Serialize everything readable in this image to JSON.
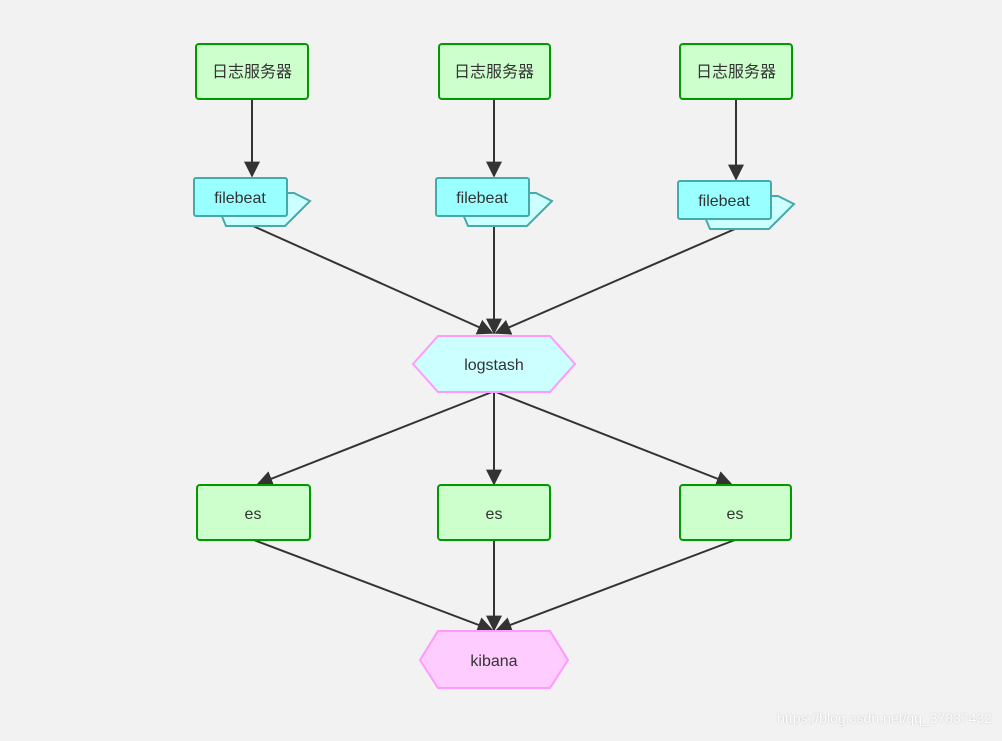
{
  "diagram": {
    "server_label": "日志服务器",
    "filebeat_label": "filebeat",
    "logstash_label": "logstash",
    "es_label": "es",
    "kibana_label": "kibana"
  },
  "watermark": "https://blog.csdn.net/qq_37837432",
  "colors": {
    "background": "#f2f2f2",
    "green_fill": "#ccffcc",
    "green_stroke": "#009900",
    "cyan_fill": "#99ffff",
    "cyan_fill_light": "#ccffff",
    "cyan_stroke": "#44aaaa",
    "pink_stroke": "#ff99ff",
    "pink_fill": "#ffccff",
    "edge": "#333333"
  }
}
